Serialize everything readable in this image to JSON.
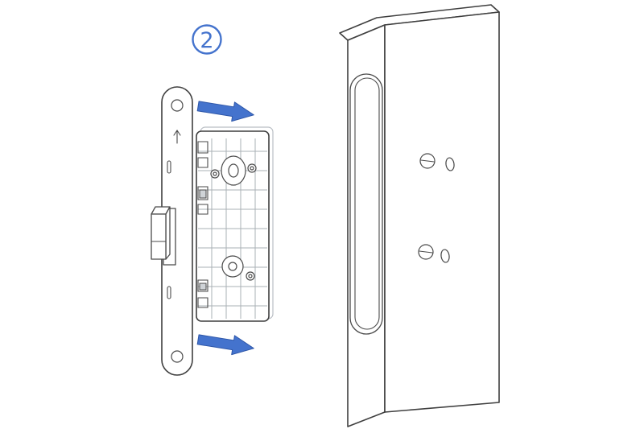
{
  "step": {
    "number": "2"
  },
  "colors": {
    "accent": "#4473cd",
    "accent_dark": "#2f57a8",
    "line": "#3f3f3f",
    "rib": "#aab0b6",
    "background": "#ffffff"
  },
  "icons": {
    "step_badge": "circled-number-2",
    "arrow_top": "arrow-right",
    "arrow_bottom": "arrow-right",
    "faceplate_mark": "arrow-up"
  }
}
